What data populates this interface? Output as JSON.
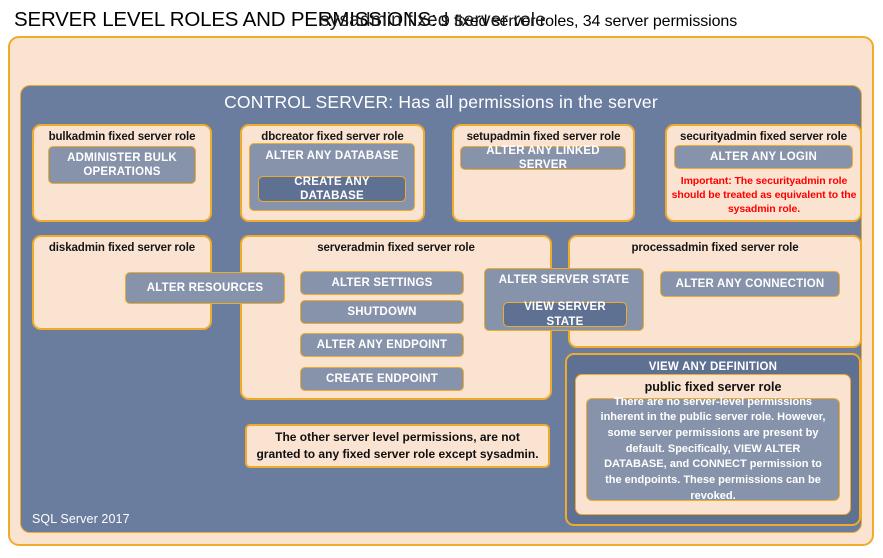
{
  "title": {
    "strong": "SERVER LEVEL ROLES AND PERMISSIONS:",
    "rest": " 9 fixed server roles, 34 server permissions"
  },
  "sysadmin": {
    "label": "sysadmin fixed server role"
  },
  "control_server": {
    "label": "CONTROL SERVER: Has all permissions in the server",
    "footer": "SQL Server 2017"
  },
  "roles": {
    "bulkadmin": {
      "title": "bulkadmin fixed server role",
      "permissions": [
        "ADMINISTER  BULK OPERATIONS"
      ]
    },
    "dbcreator": {
      "title": "dbcreator fixed server role",
      "outer_permission": "ALTER ANY DATABASE",
      "inner_permission": "CREATE  ANY DATABASE"
    },
    "setupadmin": {
      "title": "setupadmin fixed server role",
      "permissions": [
        "ALTER ANY LINKED SERVER"
      ]
    },
    "securityadmin": {
      "title": "securityadmin fixed server role",
      "permissions": [
        "ALTER ANY LOGIN"
      ],
      "note": "Important: The securityadmin role should  be treated as equivalent to the sysadmin role."
    },
    "diskadmin": {
      "title": "diskadmin fixed server role",
      "permissions": [
        "ALTER RESOURCES"
      ]
    },
    "serveradmin": {
      "title": "serveradmin fixed server role",
      "permissions": [
        "ALTER SETTINGS",
        "SHUTDOWN",
        "ALTER ANY ENDPOINT",
        "CREATE  ENDPOINT"
      ],
      "shared_permission": "ALTER SERVER  STATE",
      "shared_inner_permission": "VIEW SERVER  STATE"
    },
    "processadmin": {
      "title": "processadmin fixed server role",
      "permissions": [
        "ALTER ANY CONNECTION"
      ]
    },
    "public": {
      "view_any_definition": "VIEW ANY DEFINITION",
      "title": "public  fixed server role",
      "description": "There are no server-level permissions inherent in the public server role. However, some server permissions are present by default. Specifically, VIEW ALTER DATABASE, and CONNECT permission to the endpoints. These permissions can be revoked."
    }
  },
  "notes": {
    "other_permissions": "The other server level permissions,  are not granted to any fixed server role except sysadmin."
  },
  "colors": {
    "peach_fill": "#fbe3d1",
    "gold_border": "#f0ab2a",
    "slate_panel": "#6b7d9e",
    "slate_chip": "#8793ab",
    "slate_chip_dark": "#5f7193",
    "alert_red": "#ff0000"
  }
}
